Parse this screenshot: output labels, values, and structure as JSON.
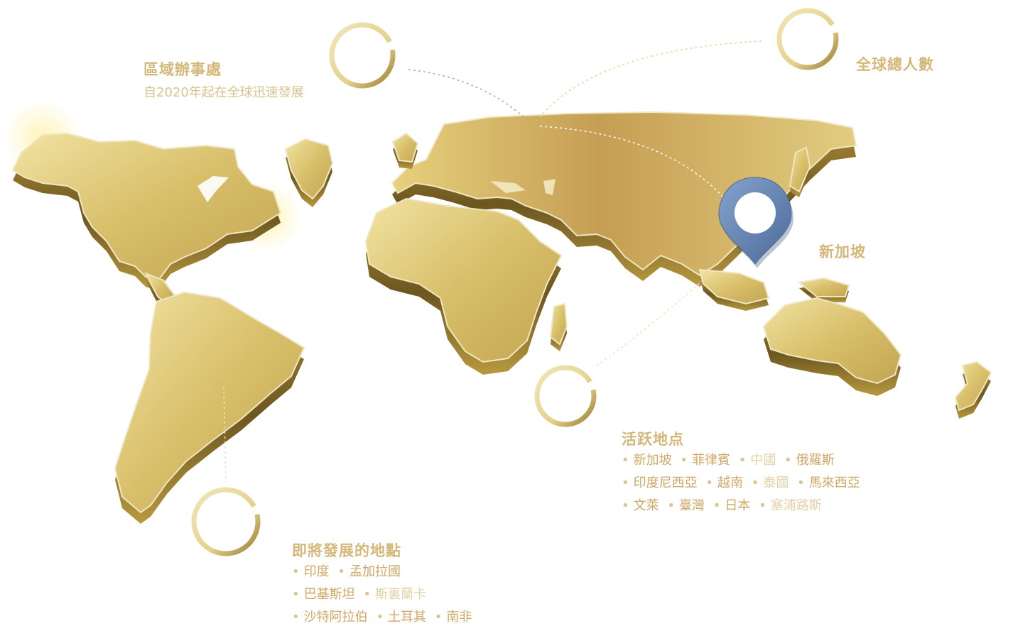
{
  "colors": {
    "gold_light": "#f0e2a0",
    "gold_mid": "#d9c06a",
    "gold_dark": "#7d6524",
    "text_gold": "#d4b87a",
    "pin_blue": "#6f8fbc"
  },
  "regional_office": {
    "title": "區域辦事處",
    "subtitle": "自2020年起在全球迅速發展"
  },
  "global_population": {
    "title": "全球總人數"
  },
  "singapore": {
    "label": "新加坡"
  },
  "active_locations": {
    "title": "活跃地点",
    "rows": [
      [
        "新加坡",
        "菲律賓",
        "中國",
        "俄羅斯"
      ],
      [
        "印度尼西亞",
        "越南",
        "泰國",
        "馬來西亞"
      ],
      [
        "文萊",
        "臺灣",
        "日本",
        "塞浦路斯"
      ]
    ]
  },
  "upcoming_locations": {
    "title": "即將發展的地點",
    "rows": [
      [
        "印度",
        "孟加拉國"
      ],
      [
        "巴基斯坦",
        "斯裏蘭卡"
      ],
      [
        "沙特阿拉伯",
        "土耳其",
        "南非"
      ]
    ]
  },
  "icons": {
    "pin": "location-pin-icon",
    "ring": "progress-ring-icon"
  }
}
